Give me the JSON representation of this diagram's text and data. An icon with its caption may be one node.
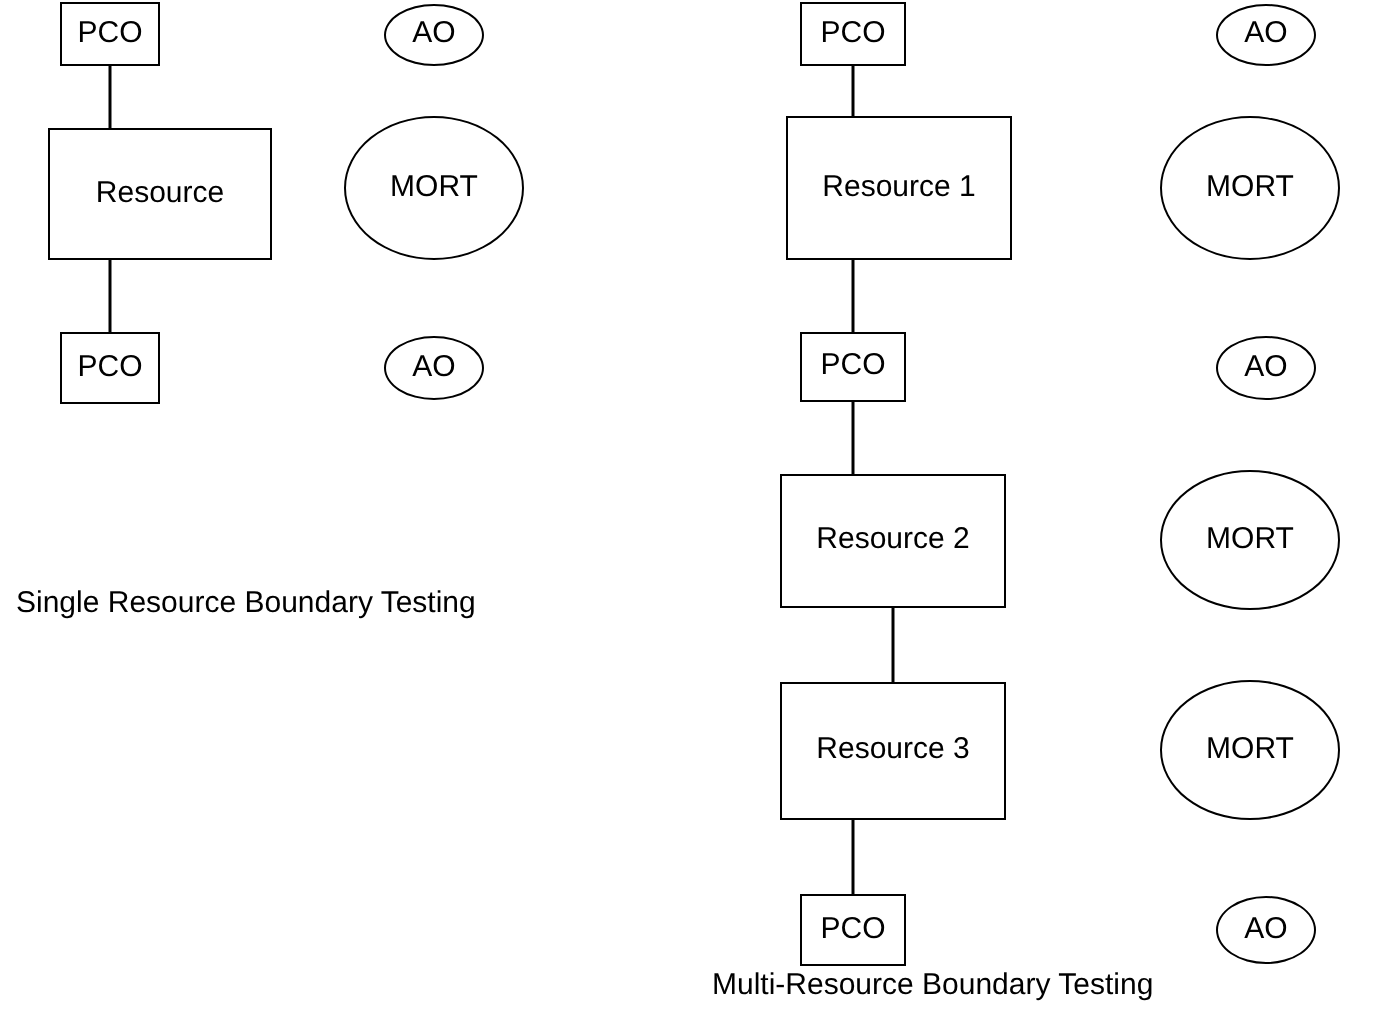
{
  "diagram": {
    "nodes": [
      {
        "text": [
          "PCO"
        ]
      },
      {
        "text": [
          "AO"
        ]
      },
      {
        "text": [
          "Resource"
        ]
      },
      {
        "text": [
          "MORT"
        ]
      },
      {
        "text": [
          "PCO"
        ]
      },
      {
        "text": [
          "AO"
        ]
      },
      {
        "text": [
          "PCO"
        ]
      },
      {
        "text": [
          "AO"
        ]
      },
      {
        "text": [
          "Resource 1"
        ]
      },
      {
        "text": [
          "MORT"
        ]
      },
      {
        "text": [
          "PCO"
        ]
      },
      {
        "text": [
          "AO"
        ]
      },
      {
        "text": [
          "Resource 2"
        ]
      },
      {
        "text": [
          "MORT"
        ]
      },
      {
        "text": [
          "Resource 3"
        ]
      },
      {
        "text": [
          "MORT"
        ]
      },
      {
        "text": [
          "PCO"
        ]
      },
      {
        "text": [
          "AO"
        ]
      }
    ],
    "edges": [
      {
        "from": 0,
        "to": 2,
        "arrow": "none"
      },
      {
        "from": 2,
        "to": 4,
        "arrow": "none"
      },
      {
        "from": 6,
        "to": 8,
        "arrow": "none"
      },
      {
        "from": 8,
        "to": 10,
        "arrow": "none"
      },
      {
        "from": 10,
        "to": 12,
        "arrow": "none"
      },
      {
        "from": 12,
        "to": 14,
        "arrow": "none"
      },
      {
        "from": 14,
        "to": 16,
        "arrow": "none"
      }
    ],
    "labels": [
      "Single Resource Boundary Testing",
      "Multi-Resource Boundary Testing"
    ]
  }
}
